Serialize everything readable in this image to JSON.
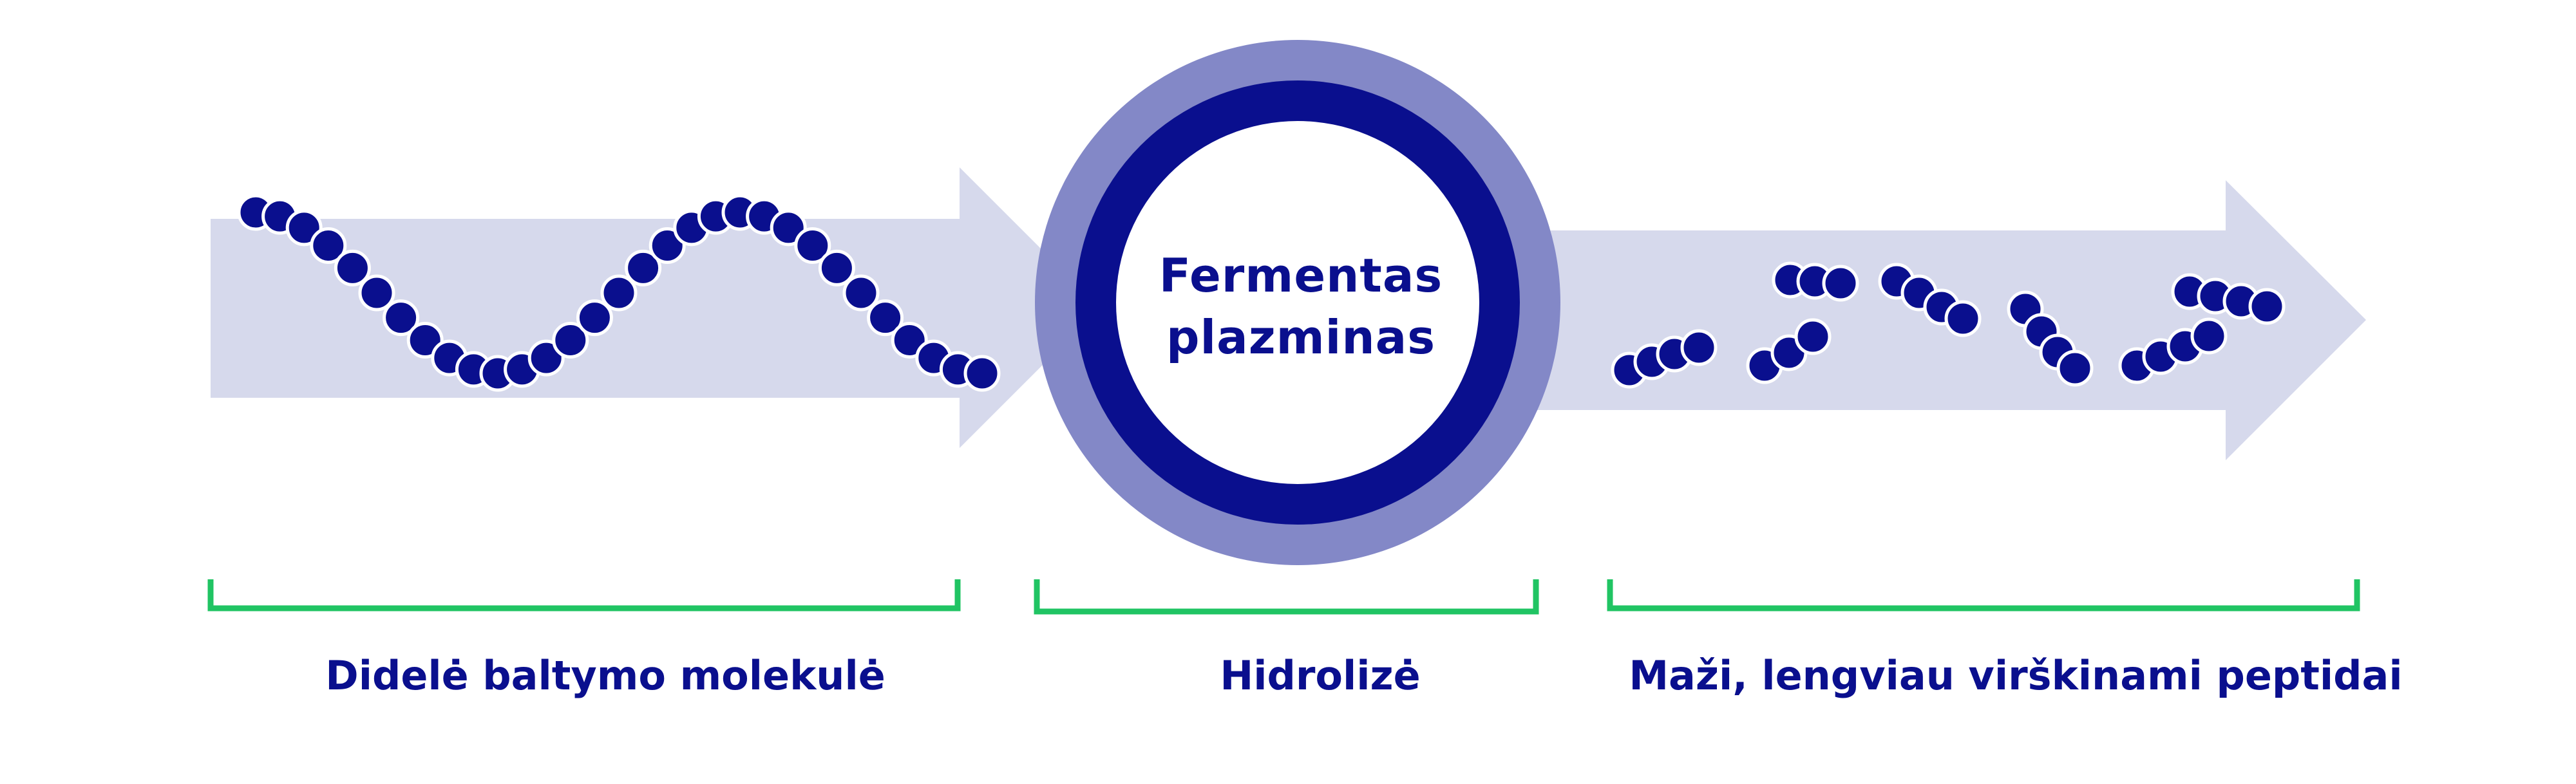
{
  "colors": {
    "navy": "#0a0f8e",
    "arrow_fill": "#d6d9ec",
    "ring_outer": "#8388c7",
    "bracket": "#20c463",
    "background": "#ffffff"
  },
  "center": {
    "line1": "Fermentas",
    "line2": "plazminas"
  },
  "captions": {
    "left": "Didelė baltymo molekulė",
    "middle": "Hidrolizė",
    "right": "Maži, lengviau virškinami peptidai"
  }
}
